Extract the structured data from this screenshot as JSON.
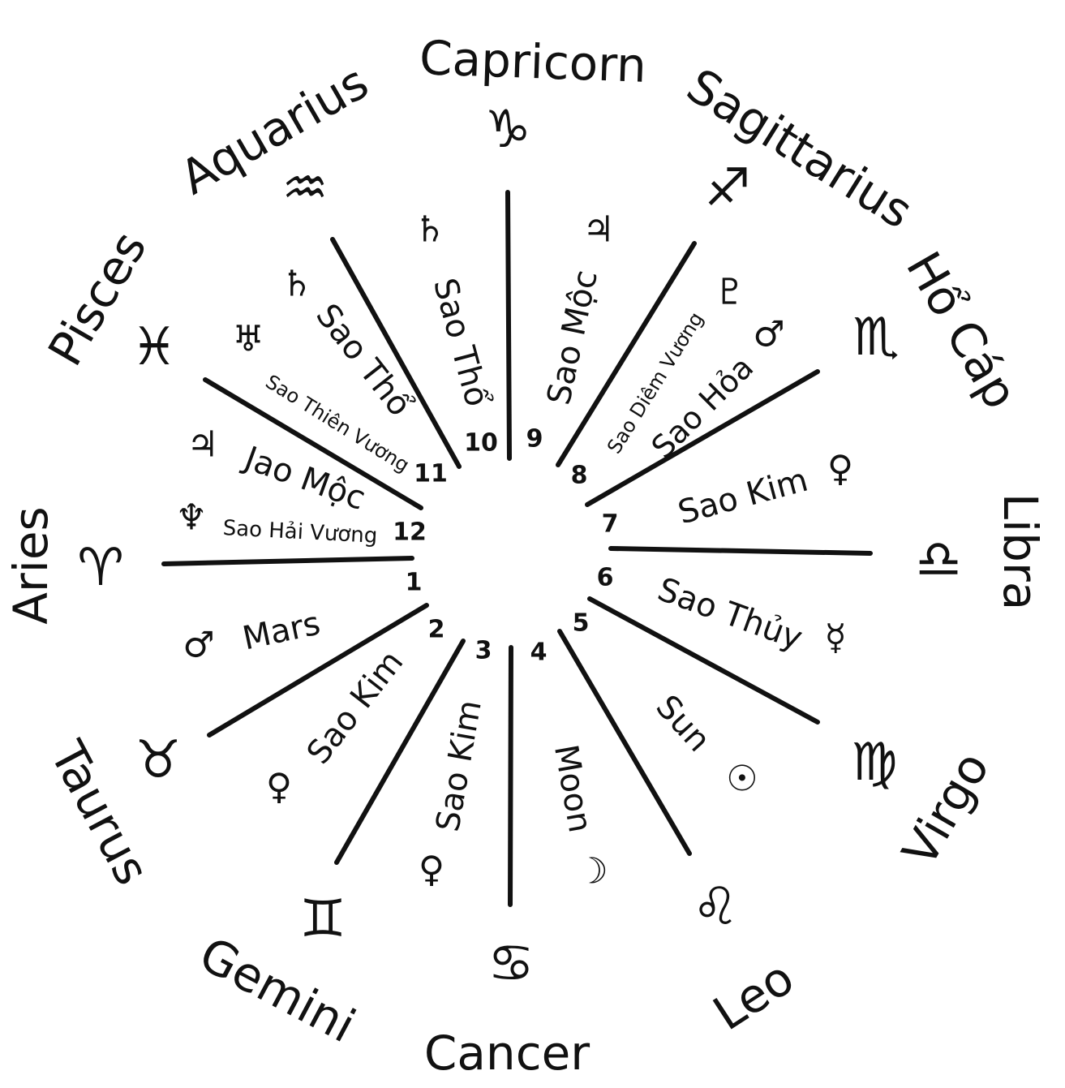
{
  "colors": {
    "ink": "#111111",
    "background": "#ffffff"
  },
  "signs": [
    {
      "name": "Capricorn",
      "glyph": "♑"
    },
    {
      "name": "Sagittarius",
      "glyph": "♐"
    },
    {
      "name": "Hổ Cáp",
      "glyph": "♏"
    },
    {
      "name": "Libra",
      "glyph": "♎"
    },
    {
      "name": "Virgo",
      "glyph": "♍"
    },
    {
      "name": "Leo",
      "glyph": "♌"
    },
    {
      "name": "Cancer",
      "glyph": "♋"
    },
    {
      "name": "Gemini",
      "glyph": "♊"
    },
    {
      "name": "Taurus",
      "glyph": "♉"
    },
    {
      "name": "Aries",
      "glyph": "♈"
    },
    {
      "name": "Pisces",
      "glyph": "♓"
    },
    {
      "name": "Aquarius",
      "glyph": "♒"
    }
  ],
  "rulers": [
    {
      "name": "Sao Thổ",
      "glyph": "♄"
    },
    {
      "name": "Sao Mộc",
      "glyph": "♃"
    },
    {
      "name": "Sao Diêm Vương",
      "glyph": "♇"
    },
    {
      "name": "Sao Hỏa",
      "glyph": "♂"
    },
    {
      "name": "Sao Kim",
      "glyph": "♀"
    },
    {
      "name": "Sao Thủy",
      "glyph": "☿"
    },
    {
      "name": "Sun",
      "glyph": "☉"
    },
    {
      "name": "Moon",
      "glyph": "☽"
    },
    {
      "name": "Sao Kim",
      "glyph": "♀"
    },
    {
      "name": "Sao Kim",
      "glyph": "♀"
    },
    {
      "name": "Mars",
      "glyph": "♂"
    },
    {
      "name": "Sao Hải Vương",
      "glyph": "♆"
    },
    {
      "name": "Jao Mộc",
      "glyph": "♃"
    },
    {
      "name": "Sao Thiên Vương",
      "glyph": "♅"
    },
    {
      "name": "Sao Thổ",
      "glyph": "♄"
    }
  ],
  "houses": [
    "1",
    "2",
    "3",
    "4",
    "5",
    "6",
    "7",
    "8",
    "9",
    "10",
    "11",
    "12"
  ]
}
